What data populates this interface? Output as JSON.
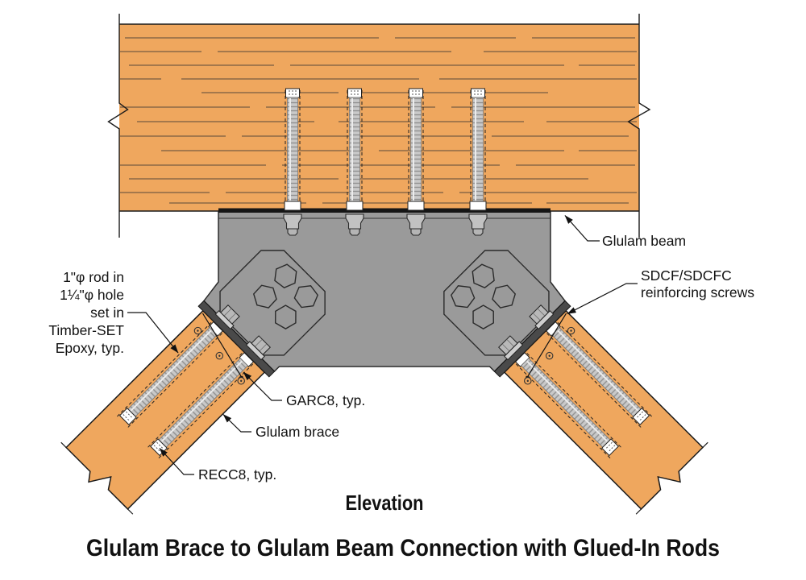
{
  "drawing": {
    "title": "Glulam Brace to Glulam Beam Connection with Glued-In Rods",
    "view_label": "Elevation"
  },
  "callouts": {
    "rod_note_line1": "1\"φ rod in",
    "rod_note_line2": "1¼\"φ hole",
    "rod_note_line3": "set in",
    "rod_note_line4": "Timber-SET",
    "rod_note_line5": "Epoxy, typ.",
    "glulam_beam": "Glulam beam",
    "sdcf_line1": "SDCF/SDCFC",
    "sdcf_line2": "reinforcing screws",
    "garc8": "GARC8, typ.",
    "glulam_brace": "Glulam brace",
    "recc8": "RECC8, typ."
  },
  "colors": {
    "wood": "#EFA75E",
    "steel": "#9A9A9A",
    "steel_band": "#4A4A4A",
    "hardware": "#C6C6C6",
    "outline": "#1A1A1A",
    "background": "#FFFFFF"
  }
}
